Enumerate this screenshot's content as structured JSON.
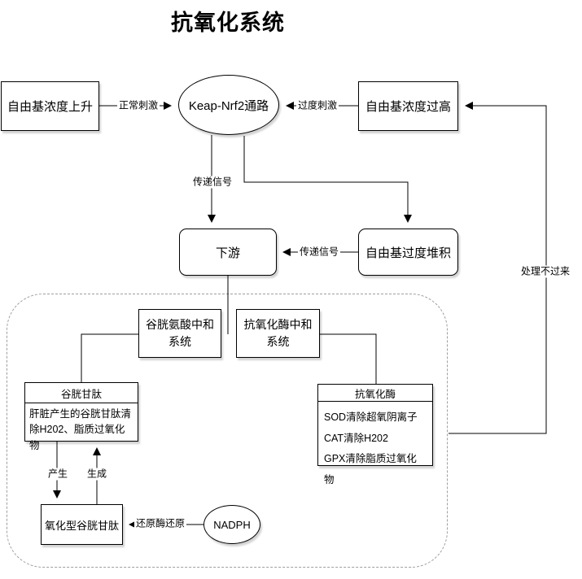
{
  "title": "抗氧化系统",
  "nodes": {
    "free_radical_rise": "自由基浓度上升",
    "keap_nrf2_pathway": "Keap-Nrf2通路",
    "free_radical_high": "自由基浓度过高",
    "downstream": "下游",
    "radical_accumulation": "自由基过度堆积",
    "glutathione_neutralize_system": "谷胱氨酸中和系统",
    "enzyme_neutralize_system": "抗氧化酶中和系统",
    "glutathione_header": "谷胱甘肽",
    "glutathione_body": "肝脏产生的谷胱甘肽清除H202、脂质过氧化物",
    "enzyme_header": "抗氧化酶",
    "enzyme_lines": [
      "SOD清除超氧阴离子",
      "CAT清除H202",
      "GPX清除脂质过氧化物"
    ],
    "oxidized_glutathione": "氧化型谷胱甘肽",
    "nadph": "NADPH"
  },
  "edge_labels": {
    "normal_stimulus": "正常刺激",
    "excess_stimulus": "过度刺激",
    "transmit_signal_down": "传递信号",
    "transmit_signal_side": "传递信号",
    "overwhelmed": "处理不过来",
    "produce": "产生",
    "generate": "生成",
    "reductase_reduce": "还原酶还原"
  },
  "colors": {
    "line": "#000000",
    "box_fill": "#ffffff",
    "box_border": "#000000",
    "dashed_border": "#9e9e9e",
    "text": "#000000"
  }
}
